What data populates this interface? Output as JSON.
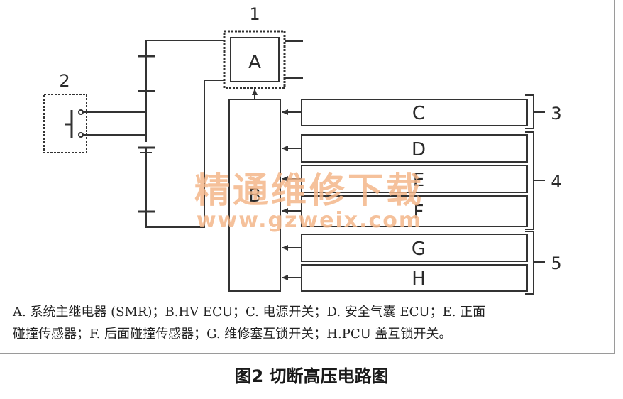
{
  "labels": {
    "a": "A",
    "b": "B",
    "c": "C",
    "d": "D",
    "e": "E",
    "f": "F",
    "g": "G",
    "h": "H",
    "n1": "1",
    "n2": "2",
    "n3": "3",
    "n4": "4",
    "n5": "5"
  },
  "watermark": {
    "cn": "精通维修下载",
    "url": "www.gzweix.com"
  },
  "legend": {
    "line1": "A. 系统主继电器 (SMR)；B.HV ECU；C. 电源开关；D. 安全气囊 ECU；E. 正面",
    "line2": "碰撞传感器；F. 后面碰撞传感器；G. 维修塞互锁开关；H.PCU 盖互锁开关。"
  },
  "caption": "图2 切断高压电路图"
}
